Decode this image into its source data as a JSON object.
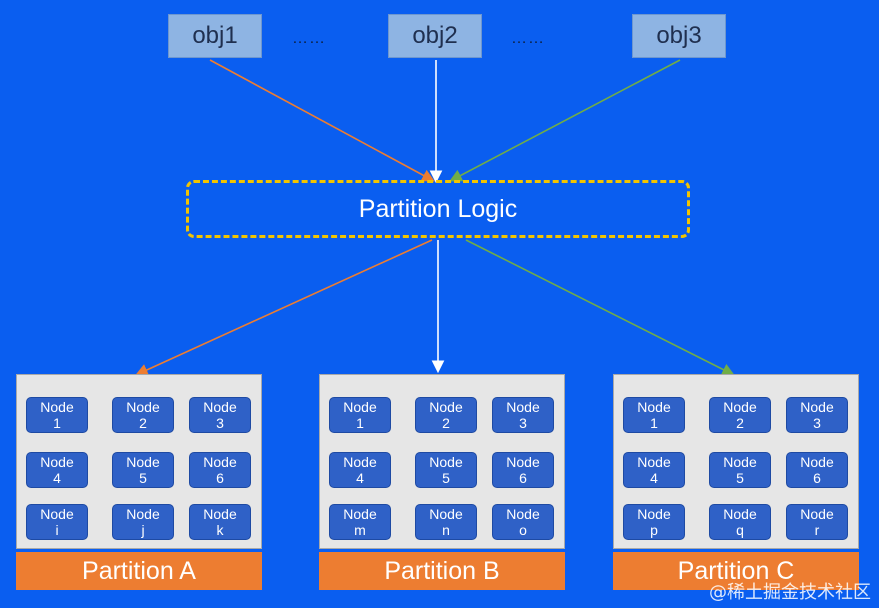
{
  "objects": [
    "obj1",
    "obj2",
    "obj3"
  ],
  "ellipsis": "……",
  "logic_label": "Partition Logic",
  "colors": {
    "background": "#0a5ef0",
    "object_box": "#8eb4e3",
    "logic_border": "#f2c400",
    "partition_label": "#ed7d31",
    "node": "#2f61c7",
    "arrow_obj1": "#ed7d31",
    "arrow_obj2": "#ffffff",
    "arrow_obj3": "#70ad47"
  },
  "partitions": [
    {
      "label": "Partition A",
      "nodes": [
        [
          "Node",
          "1"
        ],
        [
          "Node",
          "2"
        ],
        [
          "Node",
          "3"
        ],
        [
          "Node",
          "4"
        ],
        [
          "Node",
          "5"
        ],
        [
          "Node",
          "6"
        ],
        [
          "Node",
          "i"
        ],
        [
          "Node",
          "j"
        ],
        [
          "Node",
          "k"
        ]
      ]
    },
    {
      "label": "Partition B",
      "nodes": [
        [
          "Node",
          "1"
        ],
        [
          "Node",
          "2"
        ],
        [
          "Node",
          "3"
        ],
        [
          "Node",
          "4"
        ],
        [
          "Node",
          "5"
        ],
        [
          "Node",
          "6"
        ],
        [
          "Node",
          "m"
        ],
        [
          "Node",
          "n"
        ],
        [
          "Node",
          "o"
        ]
      ]
    },
    {
      "label": "Partition C",
      "nodes": [
        [
          "Node",
          "1"
        ],
        [
          "Node",
          "2"
        ],
        [
          "Node",
          "3"
        ],
        [
          "Node",
          "4"
        ],
        [
          "Node",
          "5"
        ],
        [
          "Node",
          "6"
        ],
        [
          "Node",
          "p"
        ],
        [
          "Node",
          "q"
        ],
        [
          "Node",
          "r"
        ]
      ]
    }
  ],
  "watermark": "@稀土掘金技术社区"
}
